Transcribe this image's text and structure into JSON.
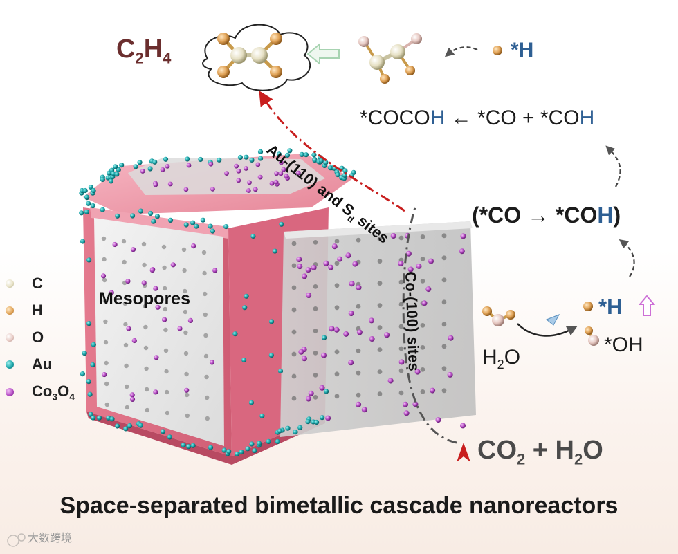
{
  "product": {
    "label": "C₂H₄",
    "prefix": "C",
    "sub1": "2",
    "mid": "H",
    "sub2": "4"
  },
  "h_adsorbate_top": "*H",
  "reaction_line1": {
    "text": "*COCO",
    "h": "H",
    "arrow_part": " ← *CO + *CO",
    "h2": "H"
  },
  "reaction_line2": {
    "text": "(*CO → *CO",
    "h": "H",
    "close": ")"
  },
  "water_step": {
    "reactant_h": "H",
    "reactant_sub": "2",
    "reactant_o": "O",
    "product_h": "*H",
    "product_oh": "*OH"
  },
  "feed": {
    "co2": "CO",
    "co2_sub": "2",
    "plus": " + H",
    "h2o_sub": "2",
    "o": "O"
  },
  "labels": {
    "mesopores": "Mesopores",
    "au_sites_a": "Au-(110) and S",
    "au_sites_sub": "d",
    "au_sites_b": " sites",
    "co_sites": "Co-(100) sites"
  },
  "legend": [
    {
      "label": "C",
      "color": "#e8e3d0"
    },
    {
      "label": "H",
      "color": "#e0a256"
    },
    {
      "label": "O",
      "color": "#e7c9c3"
    },
    {
      "label": "Au",
      "color": "#1fa9ad"
    },
    {
      "label": "Co₃O₄",
      "color": "#b74fc6"
    }
  ],
  "legend_co3o4": {
    "a": "Co",
    "s1": "3",
    "b": "O",
    "s2": "4"
  },
  "caption": "Space-separated bimetallic cascade nanoreactors",
  "watermark": "大数跨境"
}
